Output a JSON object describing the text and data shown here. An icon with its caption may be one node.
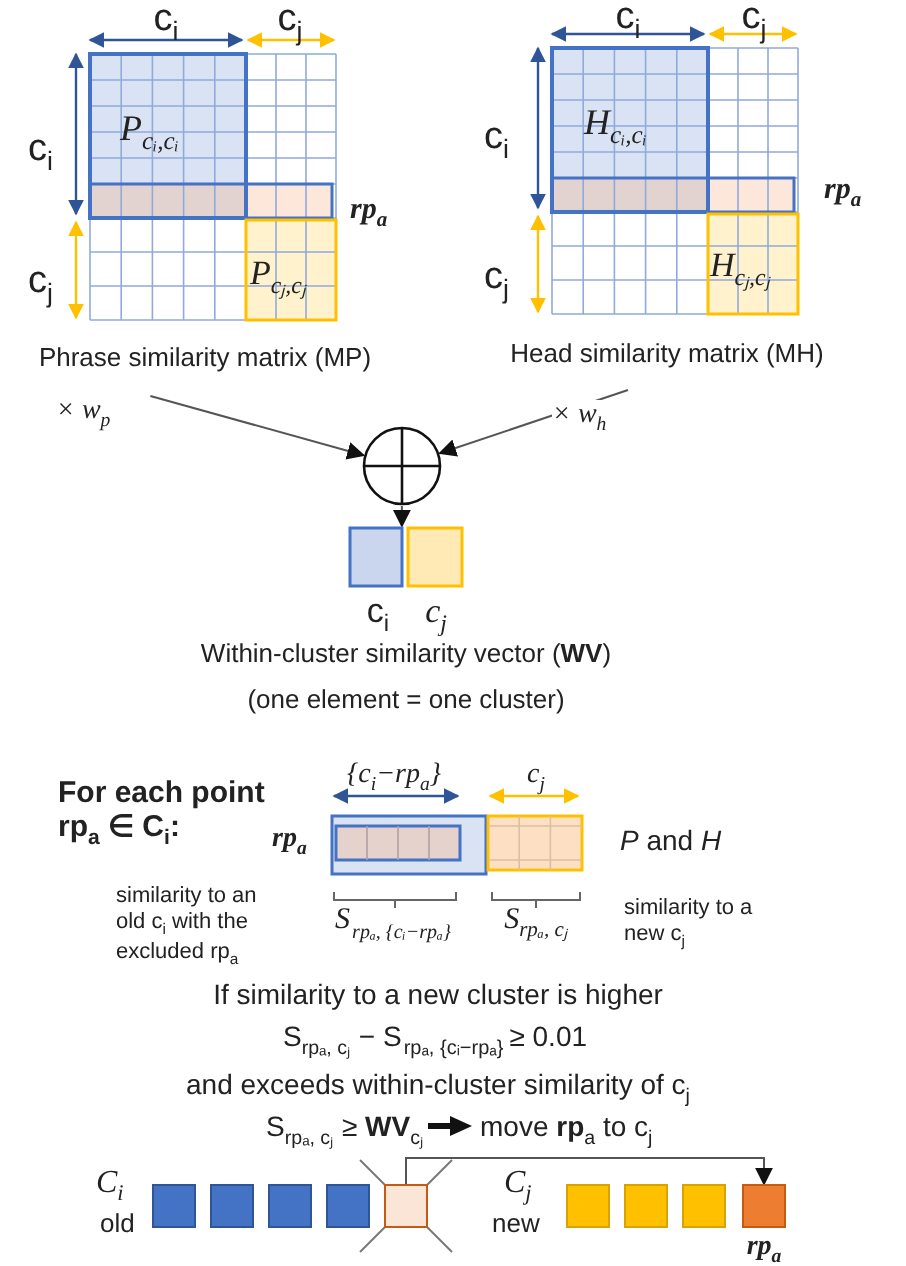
{
  "diagram": {
    "nodes": [
      {
        "text": [
          "Phrase similarity matrix (MP)"
        ]
      },
      {
        "text": [
          "Head similarity matrix (MH)"
        ]
      },
      {
        "text": [],
        "shape": "circle"
      },
      {
        "text": [
          "Within-cluster similarity vector (**WV**)",
          "(one element = one cluster)"
        ]
      },
      {
        "text": [],
        "shape": "box"
      },
      {
        "text": [],
        "shape": "box"
      },
      {
        "text": [],
        "shape": "box"
      },
      {
        "text": [],
        "shape": "box"
      },
      {
        "text": [],
        "shape": "box"
      },
      {
        "text": [],
        "shape": "box"
      },
      {
        "text": [],
        "shape": "box"
      },
      {
        "text": [],
        "shape": "box"
      },
      {
        "text": [],
        "shape": "box",
        "beside": [
          "rp$_{a}$"
        ]
      }
    ],
    "edges": [
      {
        "from": 0,
        "to": 2,
        "arrow": "to",
        "label": "× w$_{p}$"
      },
      {
        "from": 1,
        "to": 2,
        "arrow": "to",
        "label": "× w$_{h}$"
      },
      {
        "from": 2,
        "to": 3,
        "arrow": "to"
      },
      {
        "from": 8,
        "to": 12,
        "arrow": "to"
      }
    ],
    "labels": [
      "c$_{i}$",
      "c$_{j}$",
      "c$_{i}$",
      "c$_{j}$",
      "c$_{i}$",
      "P$_{cᵢ,cᵢ}$",
      "c$_{i}$",
      "H$_{cᵢ,cᵢ}$",
      "rp$_{a}$",
      "rp$_{a}$",
      "c$_{j}$",
      "P$_{cⱼ,cⱼ}$",
      "c$_{j}$",
      "H$_{cⱼ,cⱼ}$",
      "c$_{i}$",
      "c$_{j}$",
      "For each point rp$_{a}$ ∈ C$_{i}$:",
      "{c$_{i}$−rp$_{a}$}",
      "c$_{j}$",
      "rp$_{a}$",
      "*P* and *H*",
      "similarity to an old c$_{i}$ with the excluded rp$_{a}$",
      "S",
      "rpₐ, {cᵢ−rpₐ}",
      "S$_{rpₐ, cⱼ}$",
      "similarity to a new c$_{j}$",
      "If similarity to a new cluster is higher",
      "S$_{rpₐ, cⱼ}$ − S",
      "rpₐ, {cᵢ−rpₐ}",
      "≥ 0.01",
      "and exceeds within-cluster similarity of c$_{j}$",
      "S$_{rpₐ, cⱼ}$ ≥ **WV**$_{cⱼ}$",
      "move **rp**$_{a}$ to c$_{j}$",
      "C$_{i}$",
      "old",
      "C$_{j}$",
      "new"
    ]
  }
}
